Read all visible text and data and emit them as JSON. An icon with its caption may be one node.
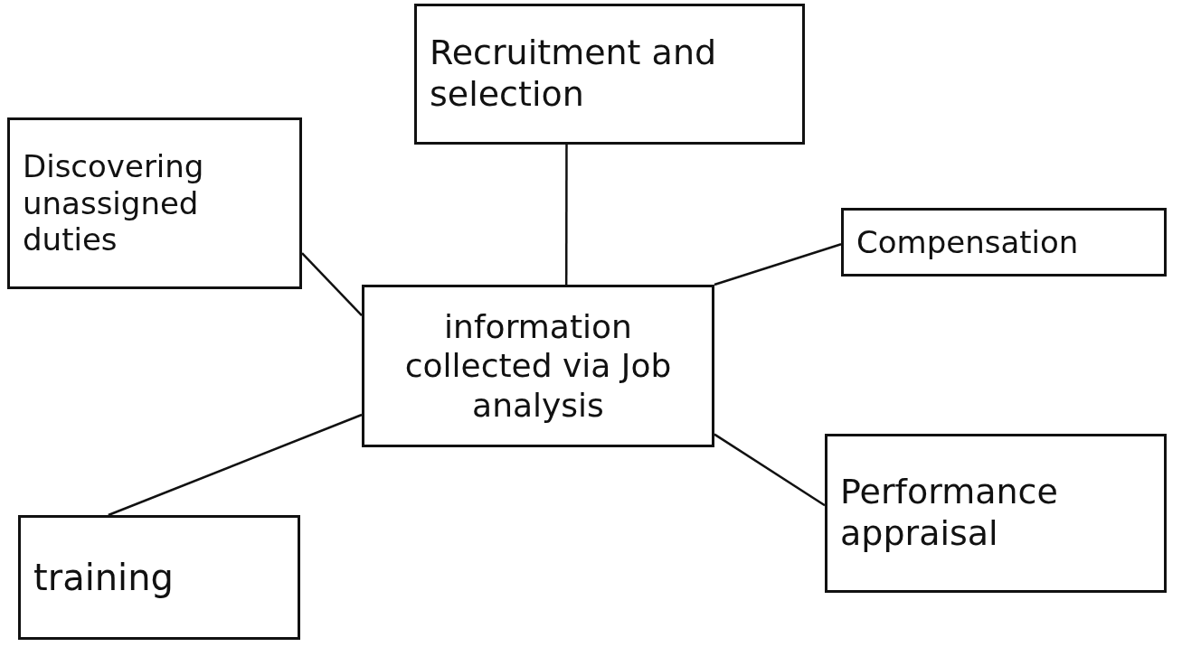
{
  "diagram": {
    "nodes": [
      {
        "text": [
          "Recruitment and selection"
        ]
      },
      {
        "text": [
          "Discovering unassigned duties"
        ]
      },
      {
        "text": [
          "Compensation"
        ]
      },
      {
        "text": [
          "information collected via Job analysis"
        ]
      },
      {
        "text": [
          "Performance appraisal"
        ]
      },
      {
        "text": [
          "training"
        ]
      }
    ],
    "edges": [
      {
        "from": 3,
        "to": 0,
        "arrow": "none"
      },
      {
        "from": 3,
        "to": 1,
        "arrow": "none"
      },
      {
        "from": 3,
        "to": 2,
        "arrow": "none"
      },
      {
        "from": 3,
        "to": 4,
        "arrow": "none"
      },
      {
        "from": 3,
        "to": 5,
        "arrow": "none"
      }
    ]
  }
}
